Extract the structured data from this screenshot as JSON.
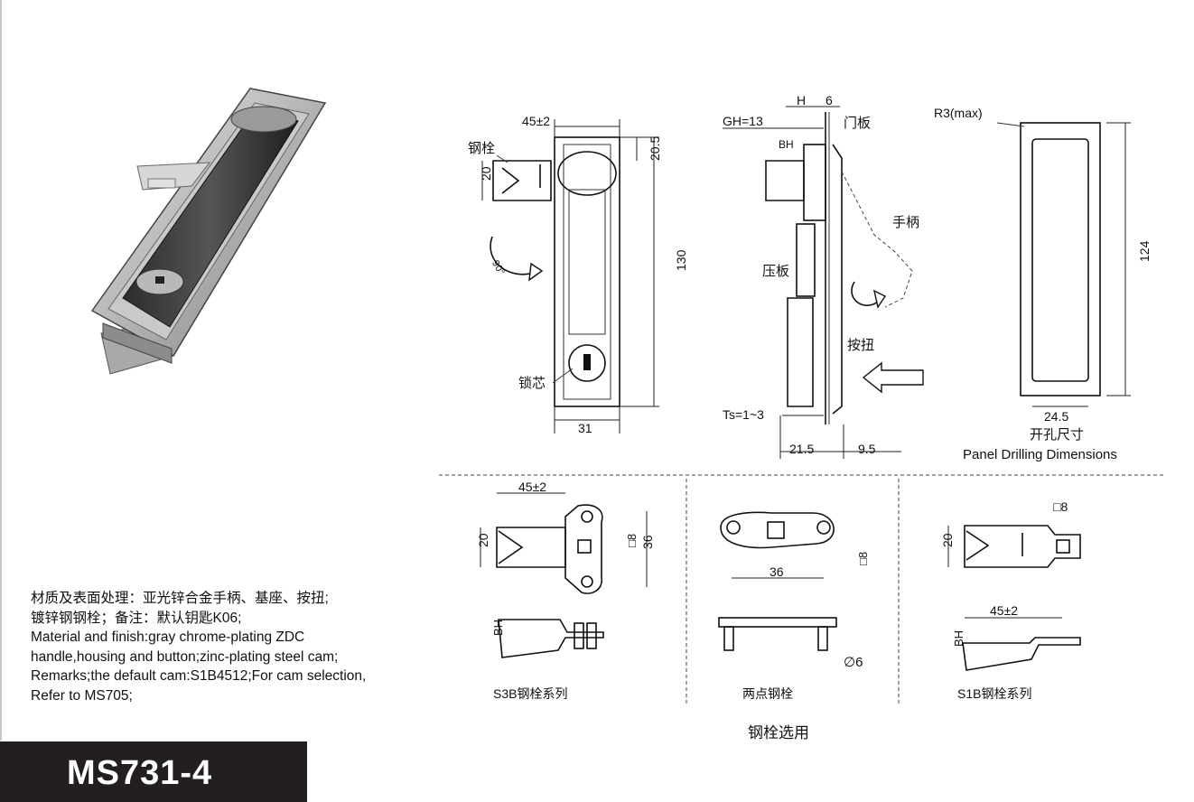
{
  "model": "MS731-4",
  "notes": [
    "材质及表面处理：亚光锌合金手柄、基座、按扭;",
    "镀锌钢钢栓；备注：默认钥匙K06;",
    "Material and finish:gray chrome-plating ZDC",
    "handle,housing and button;zinc-plating steel cam;",
    "Remarks;the default cam:S1B4512;For cam selection,",
    "Refer to MS705;"
  ],
  "front_view": {
    "dim_width_top": "45±2",
    "dim_cam_offset": "20.5",
    "dim_height": "130",
    "dim_cam_height": "20",
    "dim_bottom_width": "31",
    "label_cam": "钢栓",
    "label_lock_core": "锁芯",
    "rotation": "90°"
  },
  "side_view": {
    "dim_h": "H",
    "dim_6": "6",
    "dim_gh": "GH=13",
    "dim_bh": "BH",
    "label_door": "门板",
    "label_handle": "手柄",
    "label_plate": "压板",
    "label_button": "按扭",
    "dim_ts": "Ts=1~3",
    "dim_215": "21.5",
    "dim_95": "9.5"
  },
  "cutout": {
    "radius": "R3(max)",
    "dim_height": "124",
    "dim_width": "24.5",
    "title_cn": "开孔尺寸",
    "title_en": "Panel Drilling Dimensions"
  },
  "cams": {
    "s3b": {
      "dim_width": "45±2",
      "dim_20": "20",
      "dim_8": "□8",
      "dim_36": "36",
      "dim_bh": "BH",
      "label": "S3B钢栓系列"
    },
    "two_point": {
      "dim_36": "36",
      "dim_8": "□8",
      "dim_6": "∅6",
      "label": "两点钢栓"
    },
    "s1b": {
      "dim_8": "□8",
      "dim_20": "20",
      "dim_width": "45±2",
      "dim_bh": "BH",
      "label": "S1B钢栓系列"
    }
  },
  "section_title": "钢栓选用"
}
